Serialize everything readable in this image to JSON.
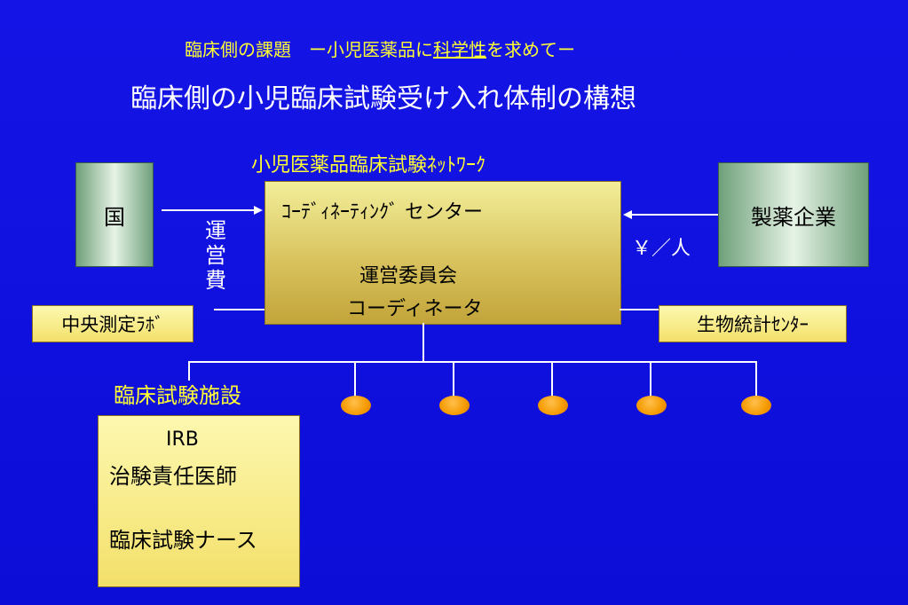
{
  "header": {
    "subtitle_part1": "臨床側の課題　ー小児医薬品に",
    "subtitle_underlined": "科学性",
    "subtitle_part2": "を求めてー",
    "title": "臨床側の小児臨床試験受け入れ体制の構想"
  },
  "network_label": "小児医薬品臨床試験ﾈｯﾄﾜｰｸ",
  "boxes": {
    "country": "国",
    "pharma": "製薬企業",
    "coordinating_center": "ｺｰﾃﾞｨﾈｰﾃｨﾝｸﾞ センター",
    "steering_committee": "運営委員会",
    "coordinator": "コーディネータ",
    "central_lab": "中央測定ﾗﾎﾞ",
    "biostat_center": "生物統計ｾﾝﾀｰ"
  },
  "edge_labels": {
    "operating_cost": "運営費",
    "per_person_fee": "￥／人"
  },
  "site": {
    "label": "臨床試験施設",
    "irb": "IRB",
    "investigator": "治験責任医師",
    "nurse": "臨床試験ナース"
  },
  "colors": {
    "background": "#1111e0",
    "title_text": "#ffffff",
    "accent_text": "#ffff33",
    "node_fill": "#f59a00"
  }
}
